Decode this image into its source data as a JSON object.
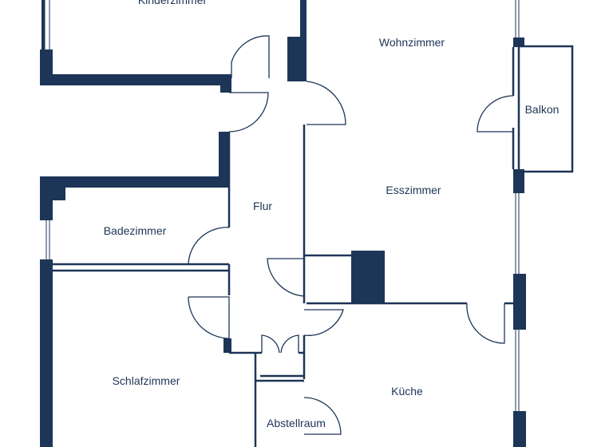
{
  "plan": {
    "rooms": {
      "kinderzimmer": "Kinderzimmer",
      "wohnzimmer": "Wohnzimmer",
      "balkon": "Balkon",
      "esszimmer": "Esszimmer",
      "flur": "Flur",
      "badezimmer": "Badezimmer",
      "schlafzimmer": "Schlafzimmer",
      "kueche": "Küche",
      "abstellraum": "Abstellraum"
    },
    "colors": {
      "wall": "#1d3557",
      "background": "#ffffff"
    }
  }
}
